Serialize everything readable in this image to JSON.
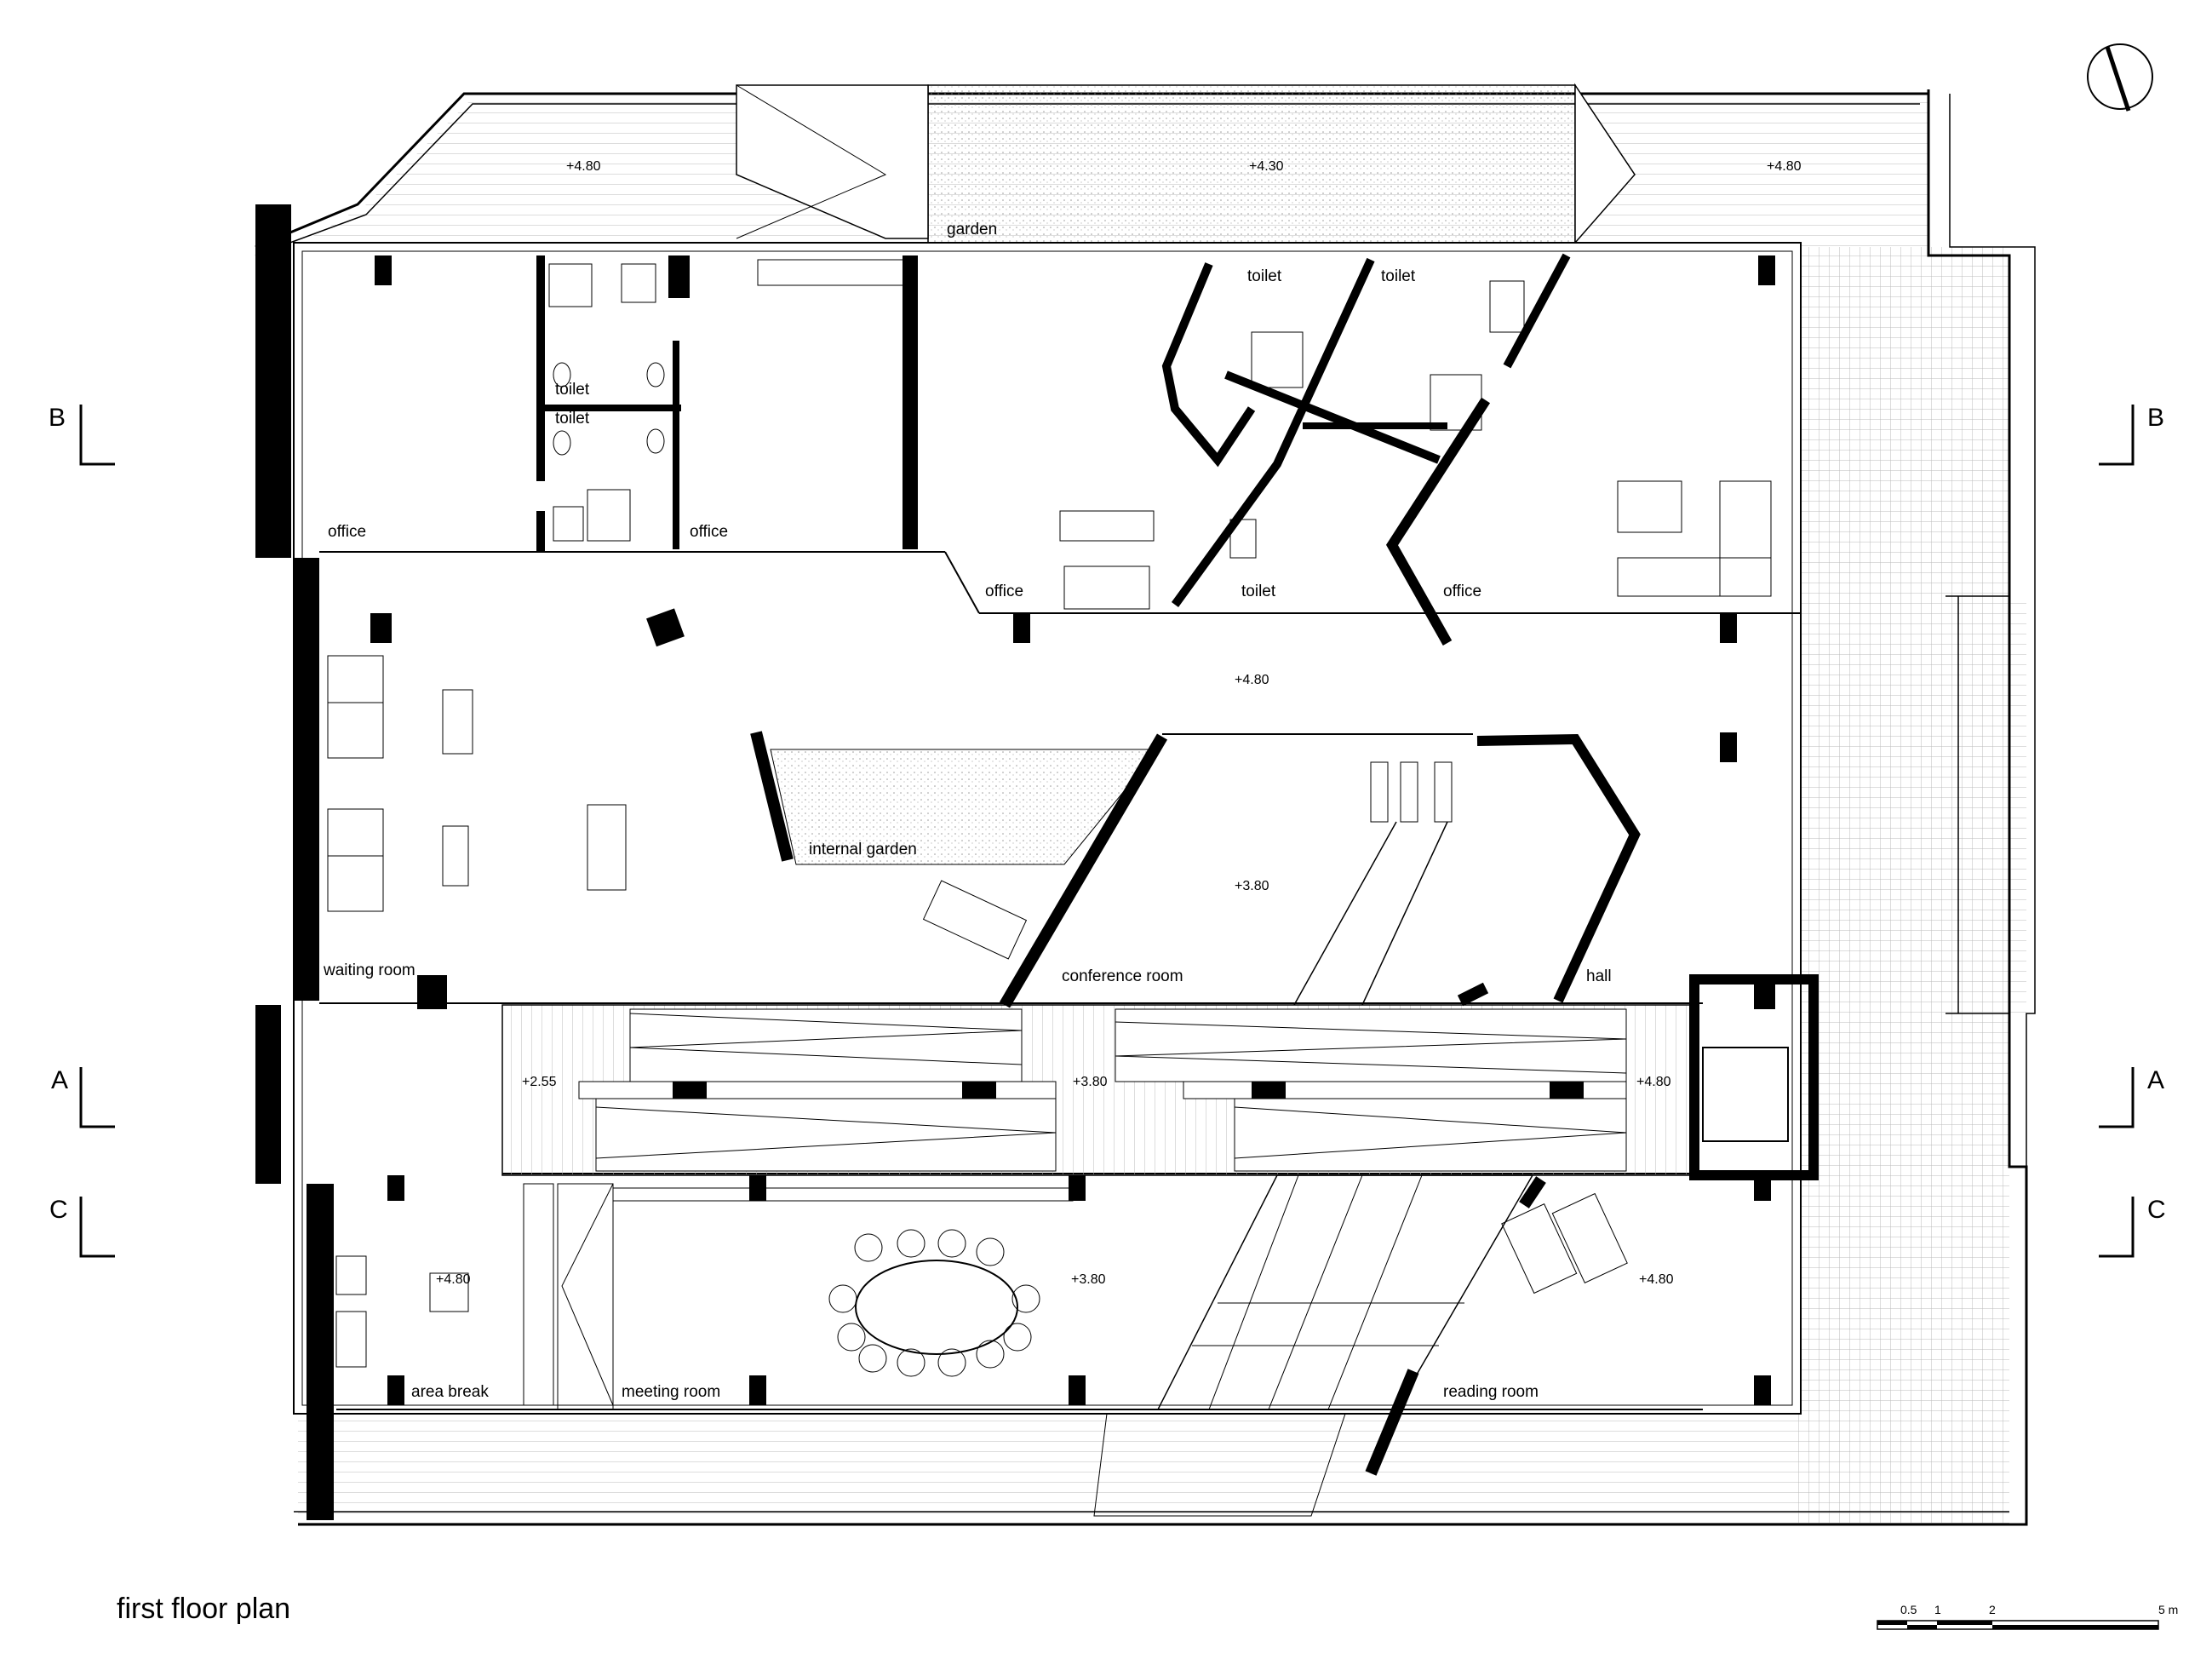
{
  "title": "first floor plan",
  "rooms": {
    "garden": "garden",
    "toilet_a": "toilet",
    "toilet_b": "toilet",
    "toilet_c": "toilet",
    "toilet_d": "toilet",
    "toilet_e": "toilet",
    "office_a": "office",
    "office_b": "office",
    "office_c": "office",
    "office_d": "office",
    "internal_garden": "internal garden",
    "waiting_room": "waiting room",
    "conference_room": "conference room",
    "hall": "hall",
    "area_break": "area break",
    "meeting_room": "meeting room",
    "reading_room": "reading room"
  },
  "levels": {
    "terrace_left": "+4.80",
    "terrace_garden": "+4.30",
    "terrace_right": "+4.80",
    "main_hall": "+4.80",
    "conference": "+3.80",
    "ramp_left": "+2.55",
    "ramp_mid": "+3.80",
    "ramp_right": "+4.80",
    "break": "+4.80",
    "meeting": "+3.80",
    "reading": "+4.80"
  },
  "section_marks": {
    "b_left": "B",
    "b_right": "B",
    "a_left": "A",
    "a_right": "A",
    "c_left": "C",
    "c_right": "C"
  },
  "scale_bar": {
    "t0": "0.5",
    "t1": "1",
    "t2": "2",
    "t3": "5 m"
  }
}
